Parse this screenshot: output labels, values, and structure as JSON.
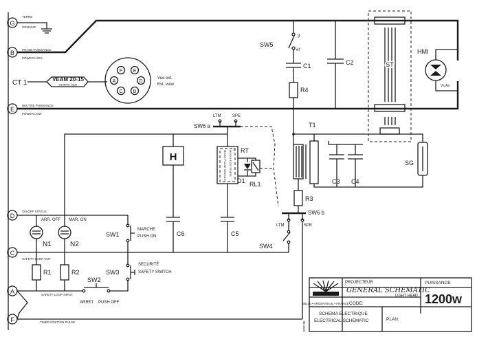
{
  "colors": {
    "ink": "#1a1a1a",
    "paper": "#ffffff"
  },
  "terminals": {
    "g": "G",
    "b": "B",
    "ct1": "CT 1",
    "e": "E",
    "d": "D",
    "c": "C",
    "a": "A",
    "f": "F"
  },
  "lines": {
    "terre": "TERRE",
    "ground": "GROUND",
    "phase_puissance": "PHASE PUISSANCE",
    "power_high": "POWER HIGH",
    "neutre_puissance": "NEUTRE PUISSANCE",
    "power_low": "POWER LOW",
    "on_off_status": "ON-OFF STATUS",
    "safety_loop_out": "SAFETY LOOP OUT",
    "safety_loop_input": "SAFETY LOOP INPUT",
    "timed_ignition_pulse": "TIMED IGNITION PULSE"
  },
  "connector": {
    "name": "VEAM 20-15",
    "type": "connect. type",
    "pins": [
      "F",
      "E",
      "A",
      "D",
      "C",
      "B"
    ],
    "vue_ext": "Vue ext.",
    "ext_view": "Ext. view"
  },
  "components": {
    "sw5": "SW5",
    "c1": "C1",
    "r4": "R4",
    "c2": "C2",
    "st": "ST",
    "hmi": "HMI",
    "ltm": "LTM",
    "spe": "SPE",
    "sw6a": "SW6 a",
    "sw6b": "SW6 b",
    "t1": "T1",
    "h": "H",
    "rt": "RT",
    "d1": "D1",
    "rl1": "RL1",
    "c3": "C3",
    "c4": "C4",
    "sg": "SG",
    "r3": "R3",
    "c6": "C6",
    "c5": "C5",
    "sw4": "SW4",
    "n1": "N1",
    "n2": "N2",
    "arr_off": "ARR. OFF",
    "mar_on": "MAR. ON",
    "sw1": "SW1",
    "marche": "MARCHE",
    "push_on": "PUSH ON",
    "r1": "R1",
    "r2": "R2",
    "sw2": "SW2",
    "sw3": "SW3",
    "securite": "SECURITÉ",
    "safety_switch": "SAFETY SWITCH",
    "arret": "ARRET",
    "push_off": "PUSH OFF",
    "module_pulse": "MONO PULSE MODULE",
    "module_temps": "MODULE DE TEMPS",
    "g_mark": "g",
    "ef_mark": "ef",
    "hmi_v": "Vs",
    "hmi_a": "As",
    "rt_n": "1"
  },
  "title_block": {
    "projecteur": "PROJECTEUR",
    "title_hand": "GENERAL SCHEMATIC",
    "light_head": "LIGHT HEAD",
    "puissance": "PUISSANCE",
    "power": "1200w",
    "company": "95100 • ARGENTEUIL • FRANCE",
    "code": "CODE:",
    "schema_fr": "SCHEMA ELECTRIQUE",
    "schema_en": "ELECTRICAL SCHEMATIC",
    "plan": "PLAN:",
    "side_code": "ESP 3E"
  }
}
